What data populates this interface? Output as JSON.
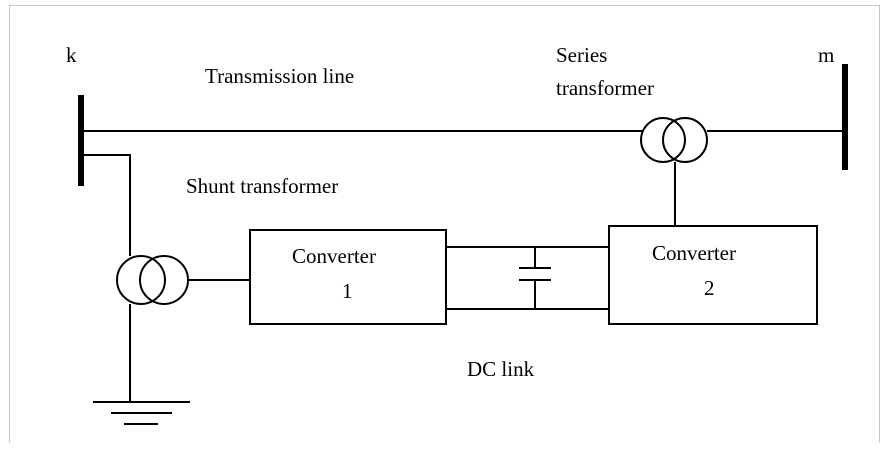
{
  "diagram": {
    "bus_k": "k",
    "bus_m": "m",
    "transmission_line": "Transmission line",
    "series_transformer_line1": "Series",
    "series_transformer_line2": "transformer",
    "shunt_transformer": "Shunt transformer",
    "converter1_line1": "Converter",
    "converter1_line2": "1",
    "converter2_line1": "Converter",
    "converter2_line2": "2",
    "dc_link": "DC link"
  }
}
